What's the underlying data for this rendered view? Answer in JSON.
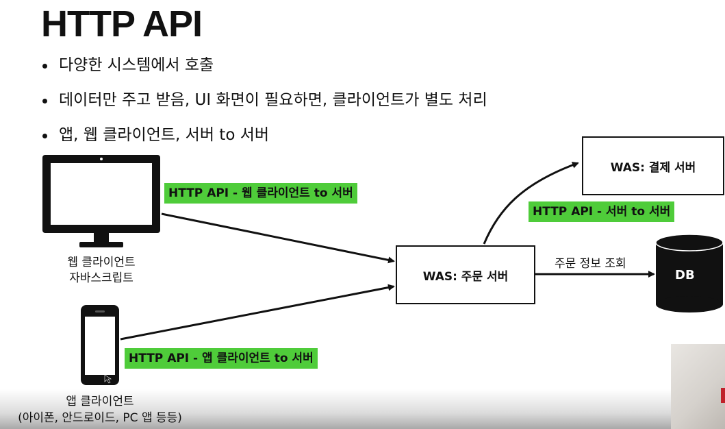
{
  "slide": {
    "title": "HTTP API",
    "bullets": [
      "다양한 시스템에서 호출",
      "데이터만 주고 받음, UI 화면이 필요하면, 클라이언트가 별도 처리",
      "앱, 웹 클라이언트, 서버 to 서버"
    ]
  },
  "diagram": {
    "web_client": {
      "line1": "웹 클라이언트",
      "line2": "자바스크립트"
    },
    "app_client": {
      "line1": "앱 클라이언트",
      "line2": "(아이폰, 안드로이드, PC 앱 등등)"
    },
    "labels": {
      "web_to_server": "HTTP API - 웹 클라이언트 to 서버",
      "app_to_server": "HTTP API - 앱 클라이언트 to 서버",
      "server_to_server": "HTTP API - 서버 to 서버",
      "order_query": "주문 정보 조회"
    },
    "order_server": "WAS: 주문 서버",
    "payment_server": "WAS: 결제 서버",
    "db": "DB",
    "colors": {
      "highlight": "#4fcc3a",
      "ink": "#111111"
    }
  }
}
